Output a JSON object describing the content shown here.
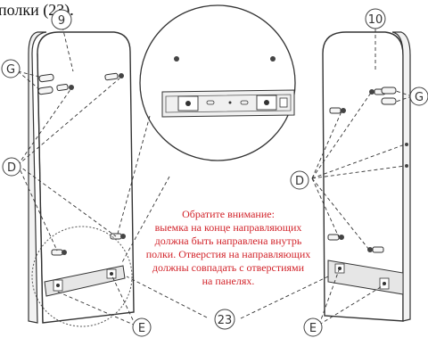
{
  "header": {
    "text": "полки (23)."
  },
  "callouts": {
    "left_panel": "9",
    "right_panel": "10",
    "g_left": "G",
    "g_right": "G",
    "d_left": "D",
    "d_right": "D",
    "e_left": "E",
    "e_right": "E",
    "rail": "23"
  },
  "note": {
    "lines": [
      "Обратите внимание:",
      "выемка на конце направляющих",
      "должна быть направлена внутрь",
      "полки. Отверстия на направляющих",
      "должны совпадать с отверстиями",
      "на панелях."
    ],
    "color": "#d2232a"
  }
}
